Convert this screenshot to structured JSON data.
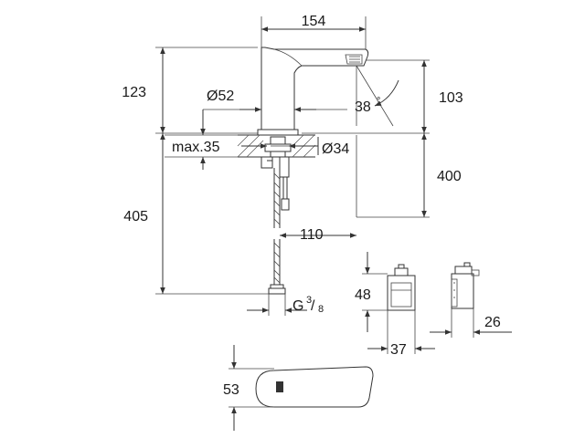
{
  "dimensions": {
    "spout_reach": "154",
    "height_above_deck": "123",
    "diameter_body": "Ø52",
    "spout_angle": "38",
    "degree": "°",
    "spout_outlet_height": "103",
    "max_deck_thickness": "max.35",
    "hole_diameter": "Ø34",
    "below_deck_distance": "400",
    "total_height": "405",
    "hose_offset": "110",
    "connection_thread": "G",
    "thread_num": "3",
    "thread_den": "8",
    "box_height": "48",
    "box_depth": "26",
    "box_width": "37",
    "spout_width_top": "53"
  },
  "colors": {
    "line": "#333333",
    "text": "#1a1a1a",
    "background": "#ffffff"
  }
}
